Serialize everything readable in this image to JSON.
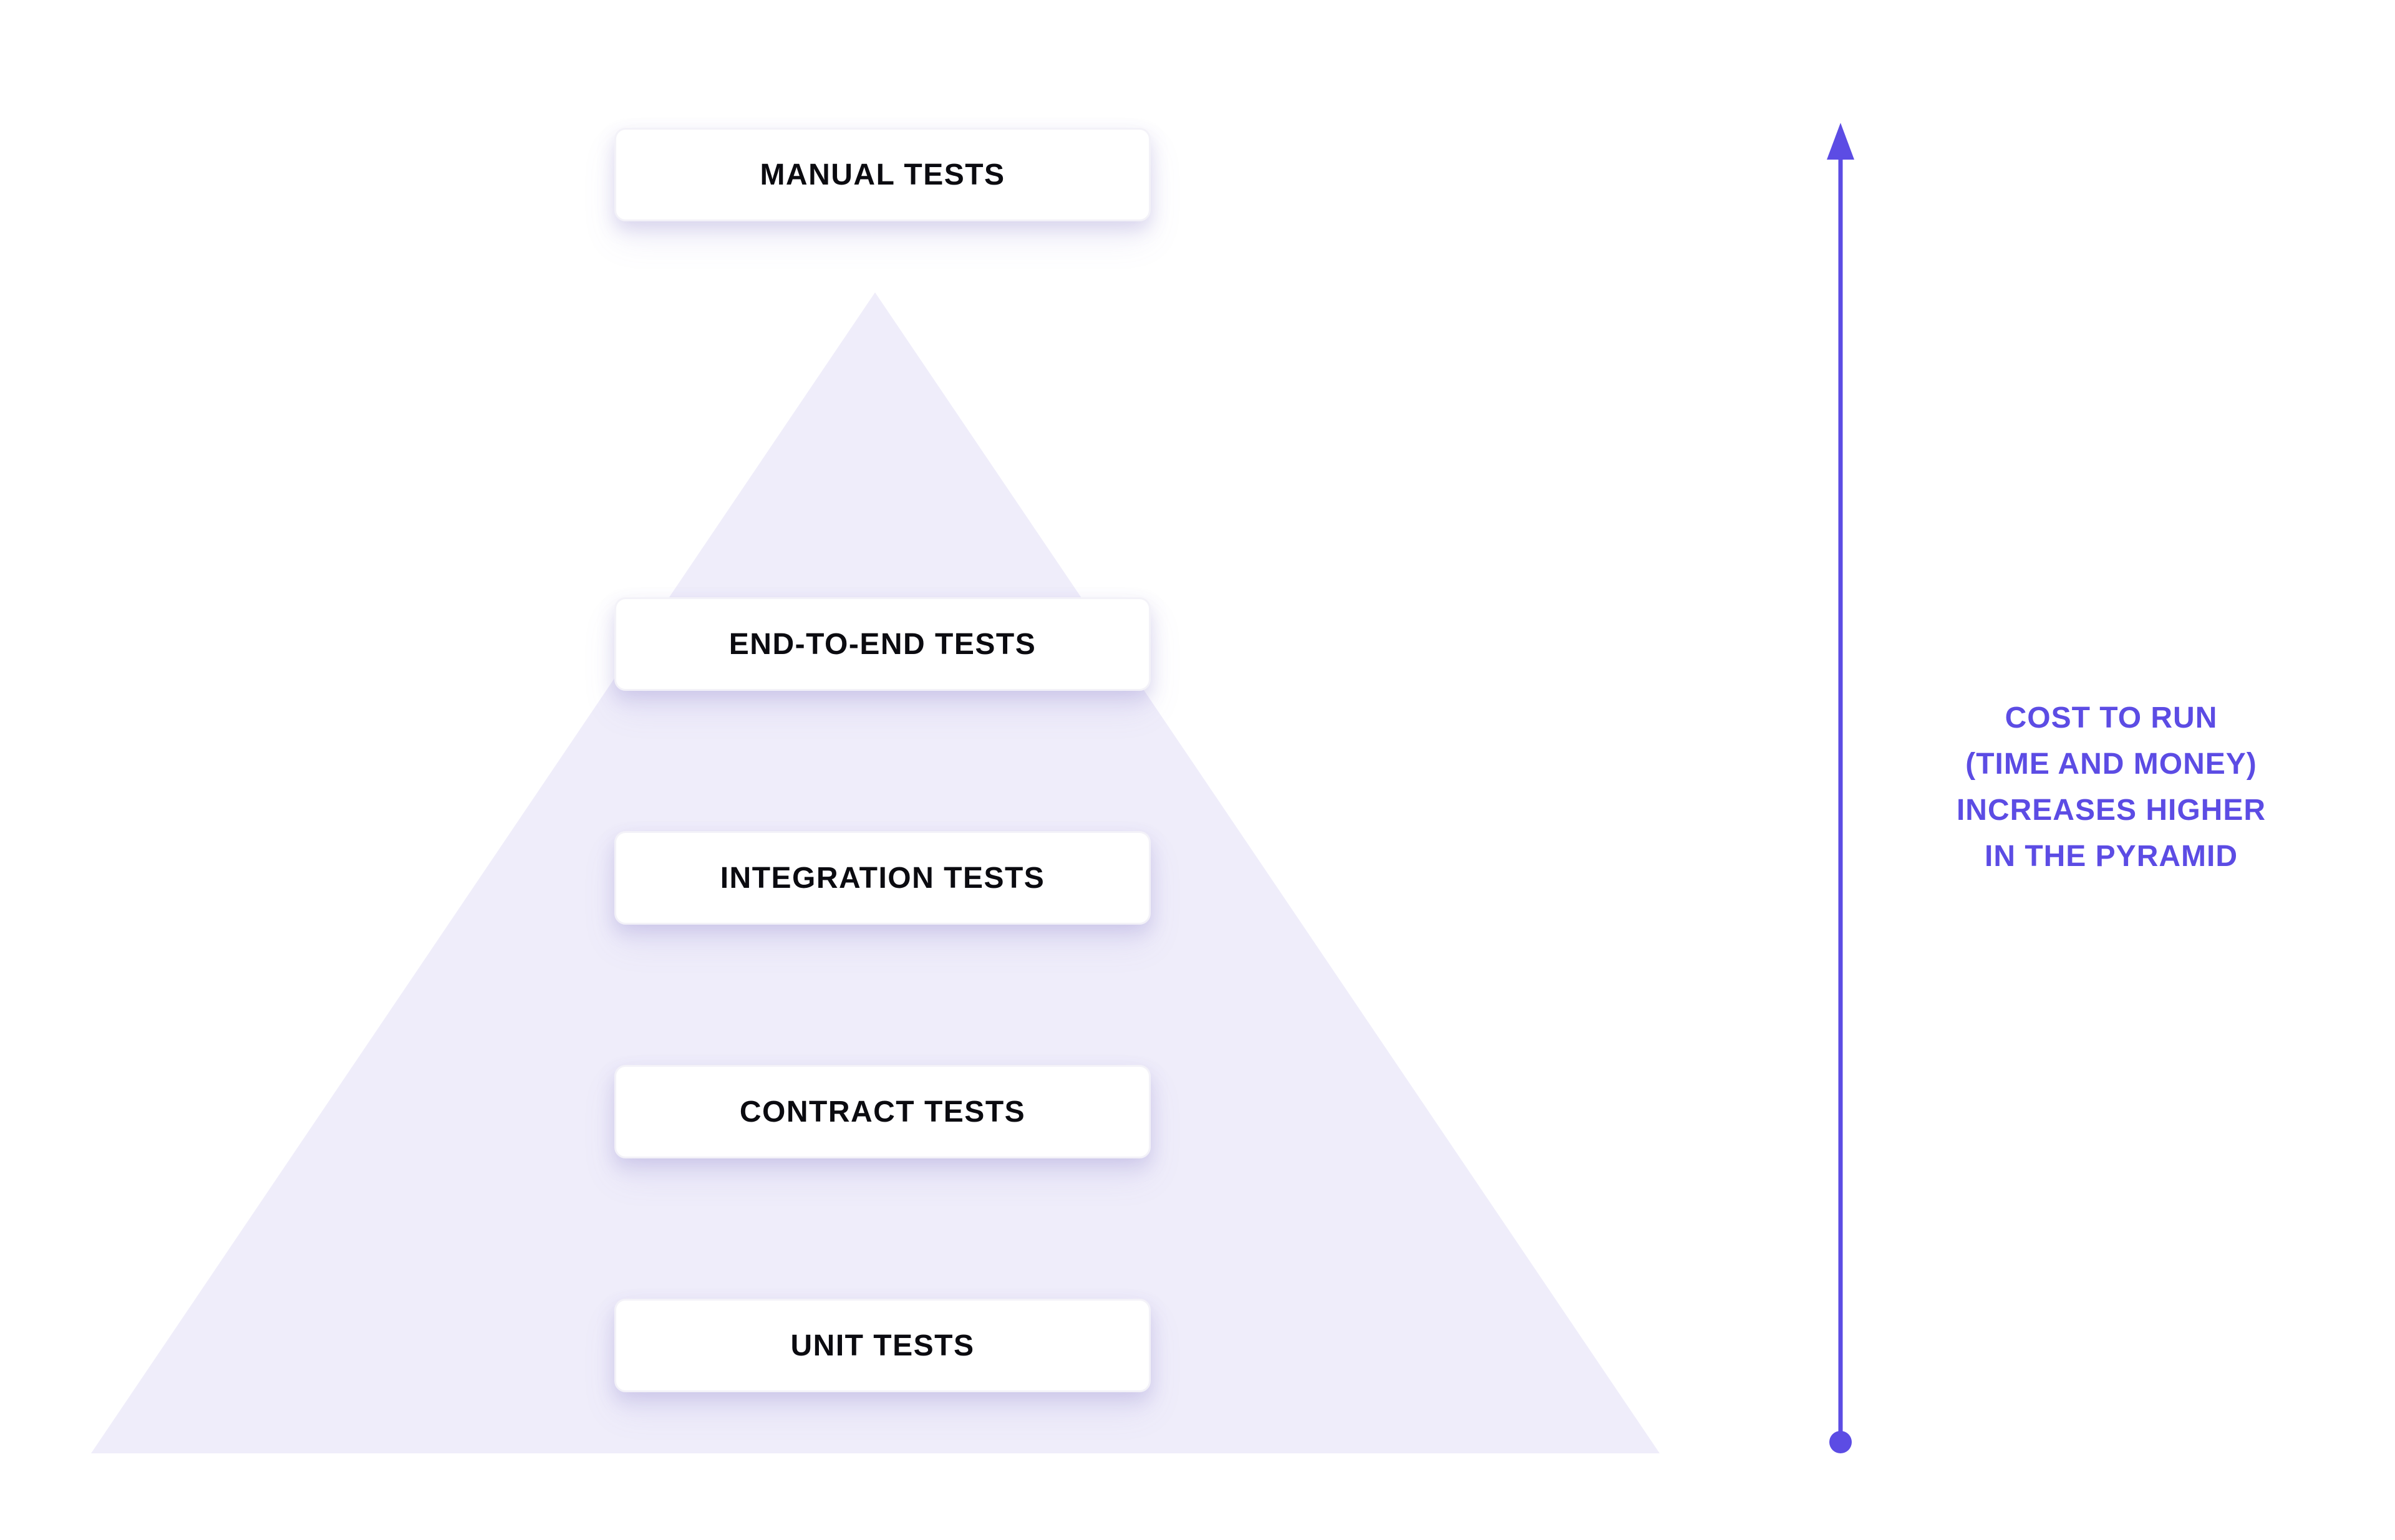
{
  "diagram": {
    "kind": "testing-pyramid",
    "pyramid": {
      "levels": [
        {
          "label": "MANUAL TESTS",
          "position": "above-pyramid"
        },
        {
          "label": "END-TO-END TESTS",
          "position": "pyramid-top"
        },
        {
          "label": "INTEGRATION TESTS",
          "position": "pyramid-upper-middle"
        },
        {
          "label": "CONTRACT TESTS",
          "position": "pyramid-lower-middle"
        },
        {
          "label": "UNIT TESTS",
          "position": "pyramid-base"
        }
      ]
    },
    "annotation": {
      "lines": [
        "COST TO RUN",
        "(TIME AND MONEY)",
        "INCREASES HIGHER",
        "IN THE PYRAMID"
      ],
      "text": "COST TO RUN (TIME AND MONEY) INCREASES HIGHER IN THE PYRAMID",
      "arrow_direction": "up"
    },
    "colors": {
      "background": "#FFFFFF",
      "pyramid_fill": "#EFEDFA",
      "accent": "#5C4CE4",
      "box_background": "#FFFFFF",
      "box_border": "#F3F2F8",
      "label_text": "#0B0B10"
    }
  }
}
